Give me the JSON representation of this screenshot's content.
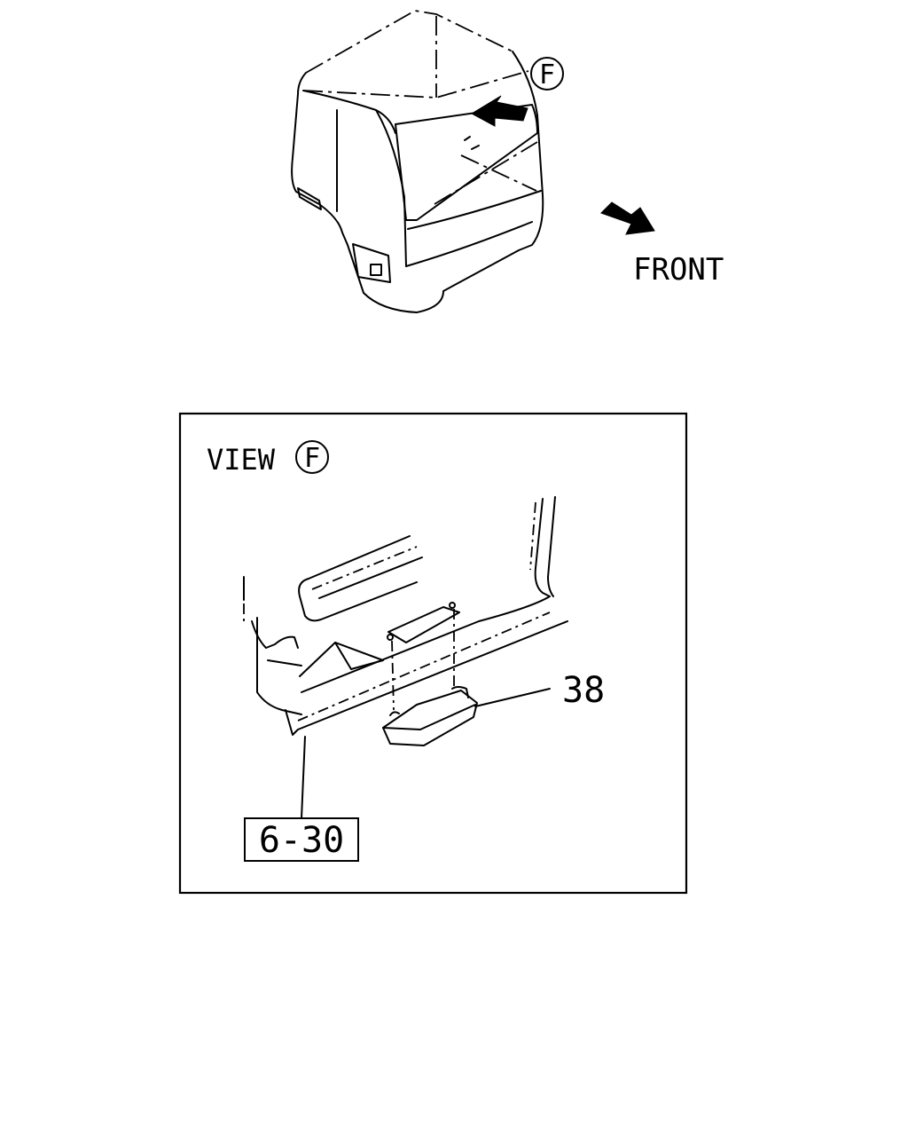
{
  "overview": {
    "view_marker": "F",
    "direction_label": "FRONT"
  },
  "detail_view": {
    "view_label": "VIEW",
    "view_marker": "F",
    "callouts": [
      {
        "text": "38",
        "boxed": false
      },
      {
        "text": "6-30",
        "boxed": true
      }
    ]
  },
  "colors": {
    "ink": "#000000",
    "paper": "#ffffff"
  }
}
